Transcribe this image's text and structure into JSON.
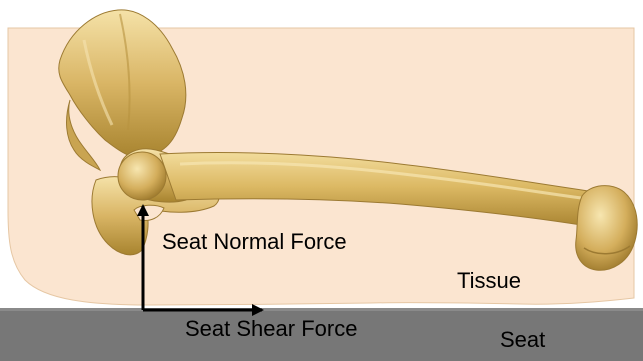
{
  "diagram": {
    "labels": {
      "normal_force": "Seat Normal Force",
      "shear_force": "Seat Shear Force",
      "tissue": "Tissue",
      "seat": "Seat"
    },
    "colors": {
      "tissue": "#fbe5d0",
      "tissue_outline": "#e6c7a4",
      "seat": "#777777",
      "bone": "#d9b565",
      "bone_dark": "#9c7a32",
      "bone_light": "#f3dea0",
      "arrow": "#000000"
    }
  }
}
